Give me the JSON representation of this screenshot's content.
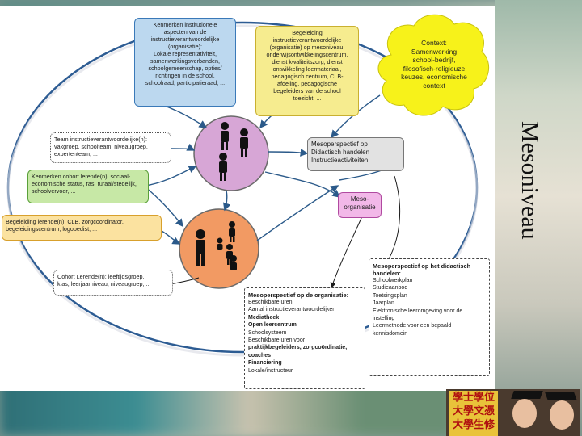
{
  "title": "Mesoniveau",
  "boxes": {
    "kenmerken_instelling": "Kenmerken institutionele\naspecten van de\ninstructieverantwoordelijke\n(organisatie):\nLokale representativiteit,\nsamenwerkingsverbanden,\nschoolgemeenschap, opties/\nrichtingen in de school,\nschoolraad, participatieraad, ...",
    "begeleiding_instructie": "Begeleiding\ninstructieverantwoordelijke\n(organisatie) op mesoniveau:\nonderwijsontwikkelingscentrum,\ndienst kwaliteitszorg, dienst\nontwikkeling leermateriaal,\npedagogisch centrum, CLB-\nafdeling, pedagogische\nbegeleiders van de school\ntoezicht, ...",
    "context": "Context:\nSamenwerking\nschool-bedrijf,\nfilosofisch-religieuze\nkeuzes, economische\ncontext",
    "team": "Team instructieverantwoordelijke(n):\nvakgroep, schoolteam, niveaugroep,\nexpertenteam, ...",
    "kenmerken_cohort": "Kenmerken cohort lerende(n): sociaal-\neconomische status, ras, ruraal/stedelijk,\nschoolvervoer, ...",
    "begeleiding_lerende": "Begeleiding lerende(n): CLB, zorgcoördinator,\nbegeleidingscentrum, logopedist, ...",
    "cohort_lerende": "Cohort Lerende(n): leeftijdsgroep,\nklas, leerjaarniveau, niveaugroep, ...",
    "mesoperspectief_didactisch": "Mesoperspectief op\nDidactisch handelen\nInstructieactiviteiten",
    "meso_organisatie": "Meso-\norganisatie"
  },
  "panel_organisatie": {
    "heading": "Mesoperspectief op de organisatie:",
    "items": [
      "Beschikbare uren",
      "Aantal instructieverantwoordelijken",
      "Mediatheek",
      "Open leercentrum",
      "Schoolsysteem",
      "Beschikbare uren voor",
      "praktijkbegeleiders, zorgcoördinatie,",
      "coaches",
      "Financiering",
      "Lokale/instructeur"
    ]
  },
  "panel_didactisch": {
    "heading": "Mesoperspectief op het didactisch handelen:",
    "items": [
      "Schoolwerkplan",
      "Studieaanbod",
      "Toetsingsplan",
      "Jaarplan",
      "Elektronische leeromgeving voor de",
      "instelling",
      "Leermethode voor een bepaald",
      "kennisdomein"
    ]
  },
  "photo_sign": "學士學位\n大學文憑\n大學生修",
  "colors": {
    "blue_box": "#bcd8ef",
    "yellow_box": "#f6ec8f",
    "cloud": "#f7f21a",
    "green_box": "#c7e8a6",
    "pink_box": "#f2b8e8",
    "purple_circle": "#d7a6d6",
    "orange_circle": "#f29a63"
  },
  "icons": [
    "people-group-icon",
    "people-group-icon",
    "cloud-shape"
  ]
}
